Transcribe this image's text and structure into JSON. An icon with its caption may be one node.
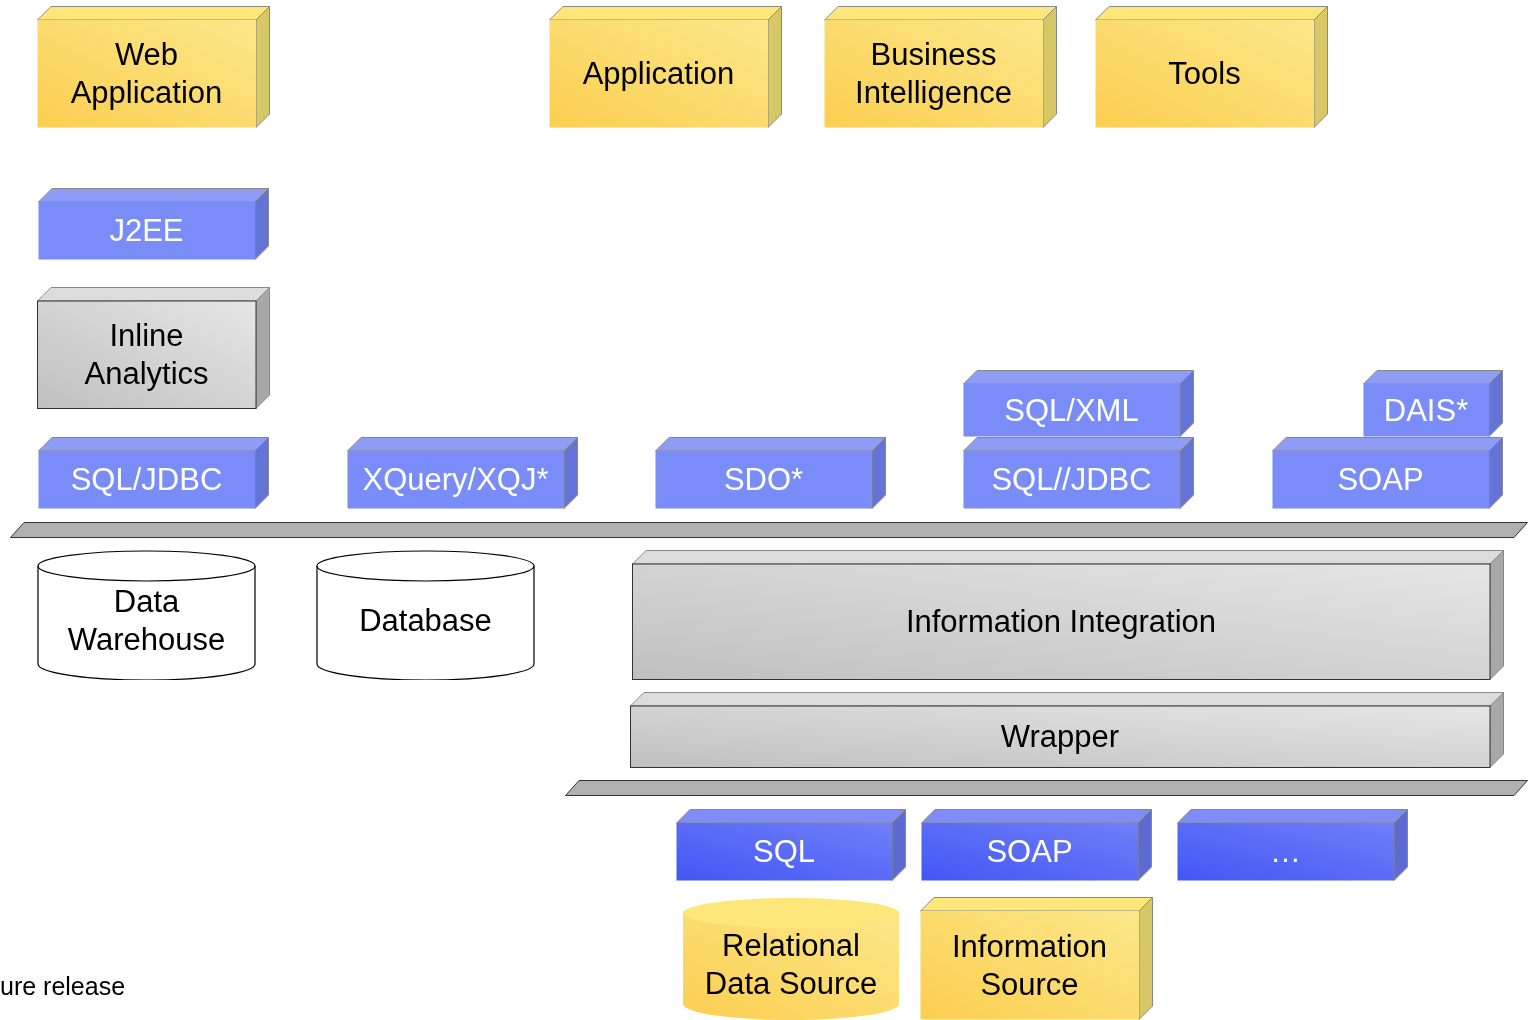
{
  "diagram": {
    "nodes": [
      {
        "text": [
          "Web Application"
        ]
      },
      {
        "text": [
          "Application"
        ]
      },
      {
        "text": [
          "Business Intelligence"
        ]
      },
      {
        "text": [
          "Tools"
        ]
      },
      {
        "text": [
          "J2EE"
        ]
      },
      {
        "text": [
          "Inline Analytics"
        ]
      },
      {
        "text": [
          "SQL/JDBC"
        ]
      },
      {
        "text": [
          "XQuery/XQJ*"
        ]
      },
      {
        "text": [
          "SDO*"
        ]
      },
      {
        "text": [
          "SQL/XML"
        ]
      },
      {
        "text": [
          "DAIS*"
        ]
      },
      {
        "text": [
          "SQL//JDBC"
        ]
      },
      {
        "text": [
          "SOAP"
        ]
      },
      {
        "text": [],
        "shape": "bar"
      },
      {
        "text": [
          "Data Warehouse"
        ]
      },
      {
        "text": [
          "Database"
        ]
      },
      {
        "text": [
          "Information Integration"
        ]
      },
      {
        "text": [
          "Wrapper"
        ]
      },
      {
        "text": [],
        "shape": "bar"
      },
      {
        "text": [
          "SQL"
        ]
      },
      {
        "text": [
          "SOAP"
        ]
      },
      {
        "text": [
          "…"
        ]
      },
      {
        "text": [
          "Relational Data Source"
        ]
      },
      {
        "text": [
          "Information Source"
        ]
      }
    ],
    "edges": [],
    "labels": [
      "ure release"
    ]
  }
}
